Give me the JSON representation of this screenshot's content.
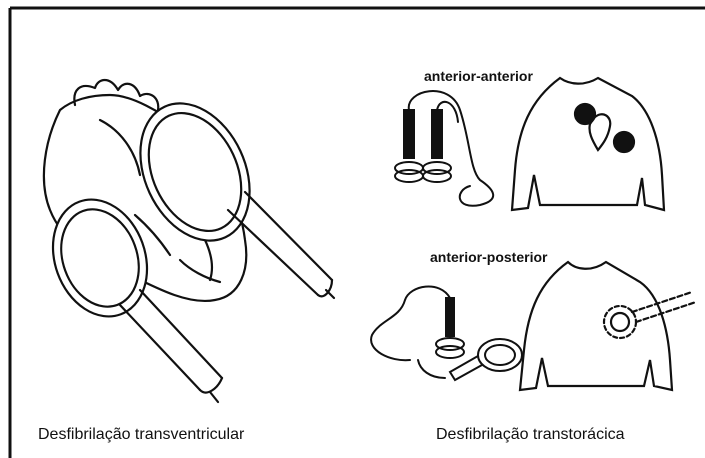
{
  "labels": {
    "caption_left": "Desfibrilação transventricular",
    "caption_right": "Desfibrilação transtorácica",
    "position_anterior_anterior": "anterior-anterior",
    "position_anterior_posterior": "anterior-posterior"
  },
  "colors": {
    "ink": "#111111",
    "paper": "#ffffff"
  }
}
